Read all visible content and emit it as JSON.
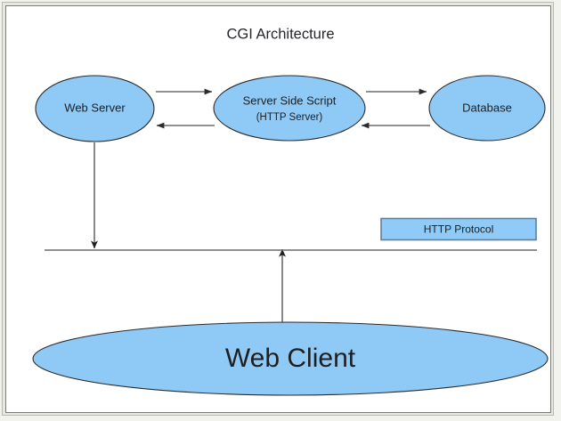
{
  "diagram": {
    "title": "CGI Architecture",
    "nodes": [
      {
        "id": "web-server",
        "label": "Web Server",
        "sublabel": ""
      },
      {
        "id": "server-side-script",
        "label": "Server Side Script",
        "sublabel": "(HTTP Server)"
      },
      {
        "id": "database",
        "label": "Database",
        "sublabel": ""
      },
      {
        "id": "web-client",
        "label": "Web Client",
        "sublabel": ""
      }
    ],
    "legend": {
      "http_protocol_label": "HTTP Protocol"
    },
    "colors": {
      "node_fill": "#8fc9f6",
      "node_stroke": "#2b2b2b",
      "arrow": "#6b6b6b",
      "legend_fill": "#8fcbf6",
      "legend_stroke": "#5d7f9c",
      "text": "#1f1f1f",
      "frame_border": "#7c7c76",
      "page_background": "#ffffff"
    },
    "connections": [
      {
        "from": "web-server",
        "to": "server-side-script",
        "direction": "right"
      },
      {
        "from": "server-side-script",
        "to": "web-server",
        "direction": "left"
      },
      {
        "from": "server-side-script",
        "to": "database",
        "direction": "right"
      },
      {
        "from": "database",
        "to": "server-side-script",
        "direction": "left"
      },
      {
        "from": "web-server",
        "to": "http-protocol-boundary",
        "direction": "down"
      },
      {
        "from": "web-client",
        "to": "http-protocol-boundary",
        "direction": "up"
      }
    ]
  }
}
